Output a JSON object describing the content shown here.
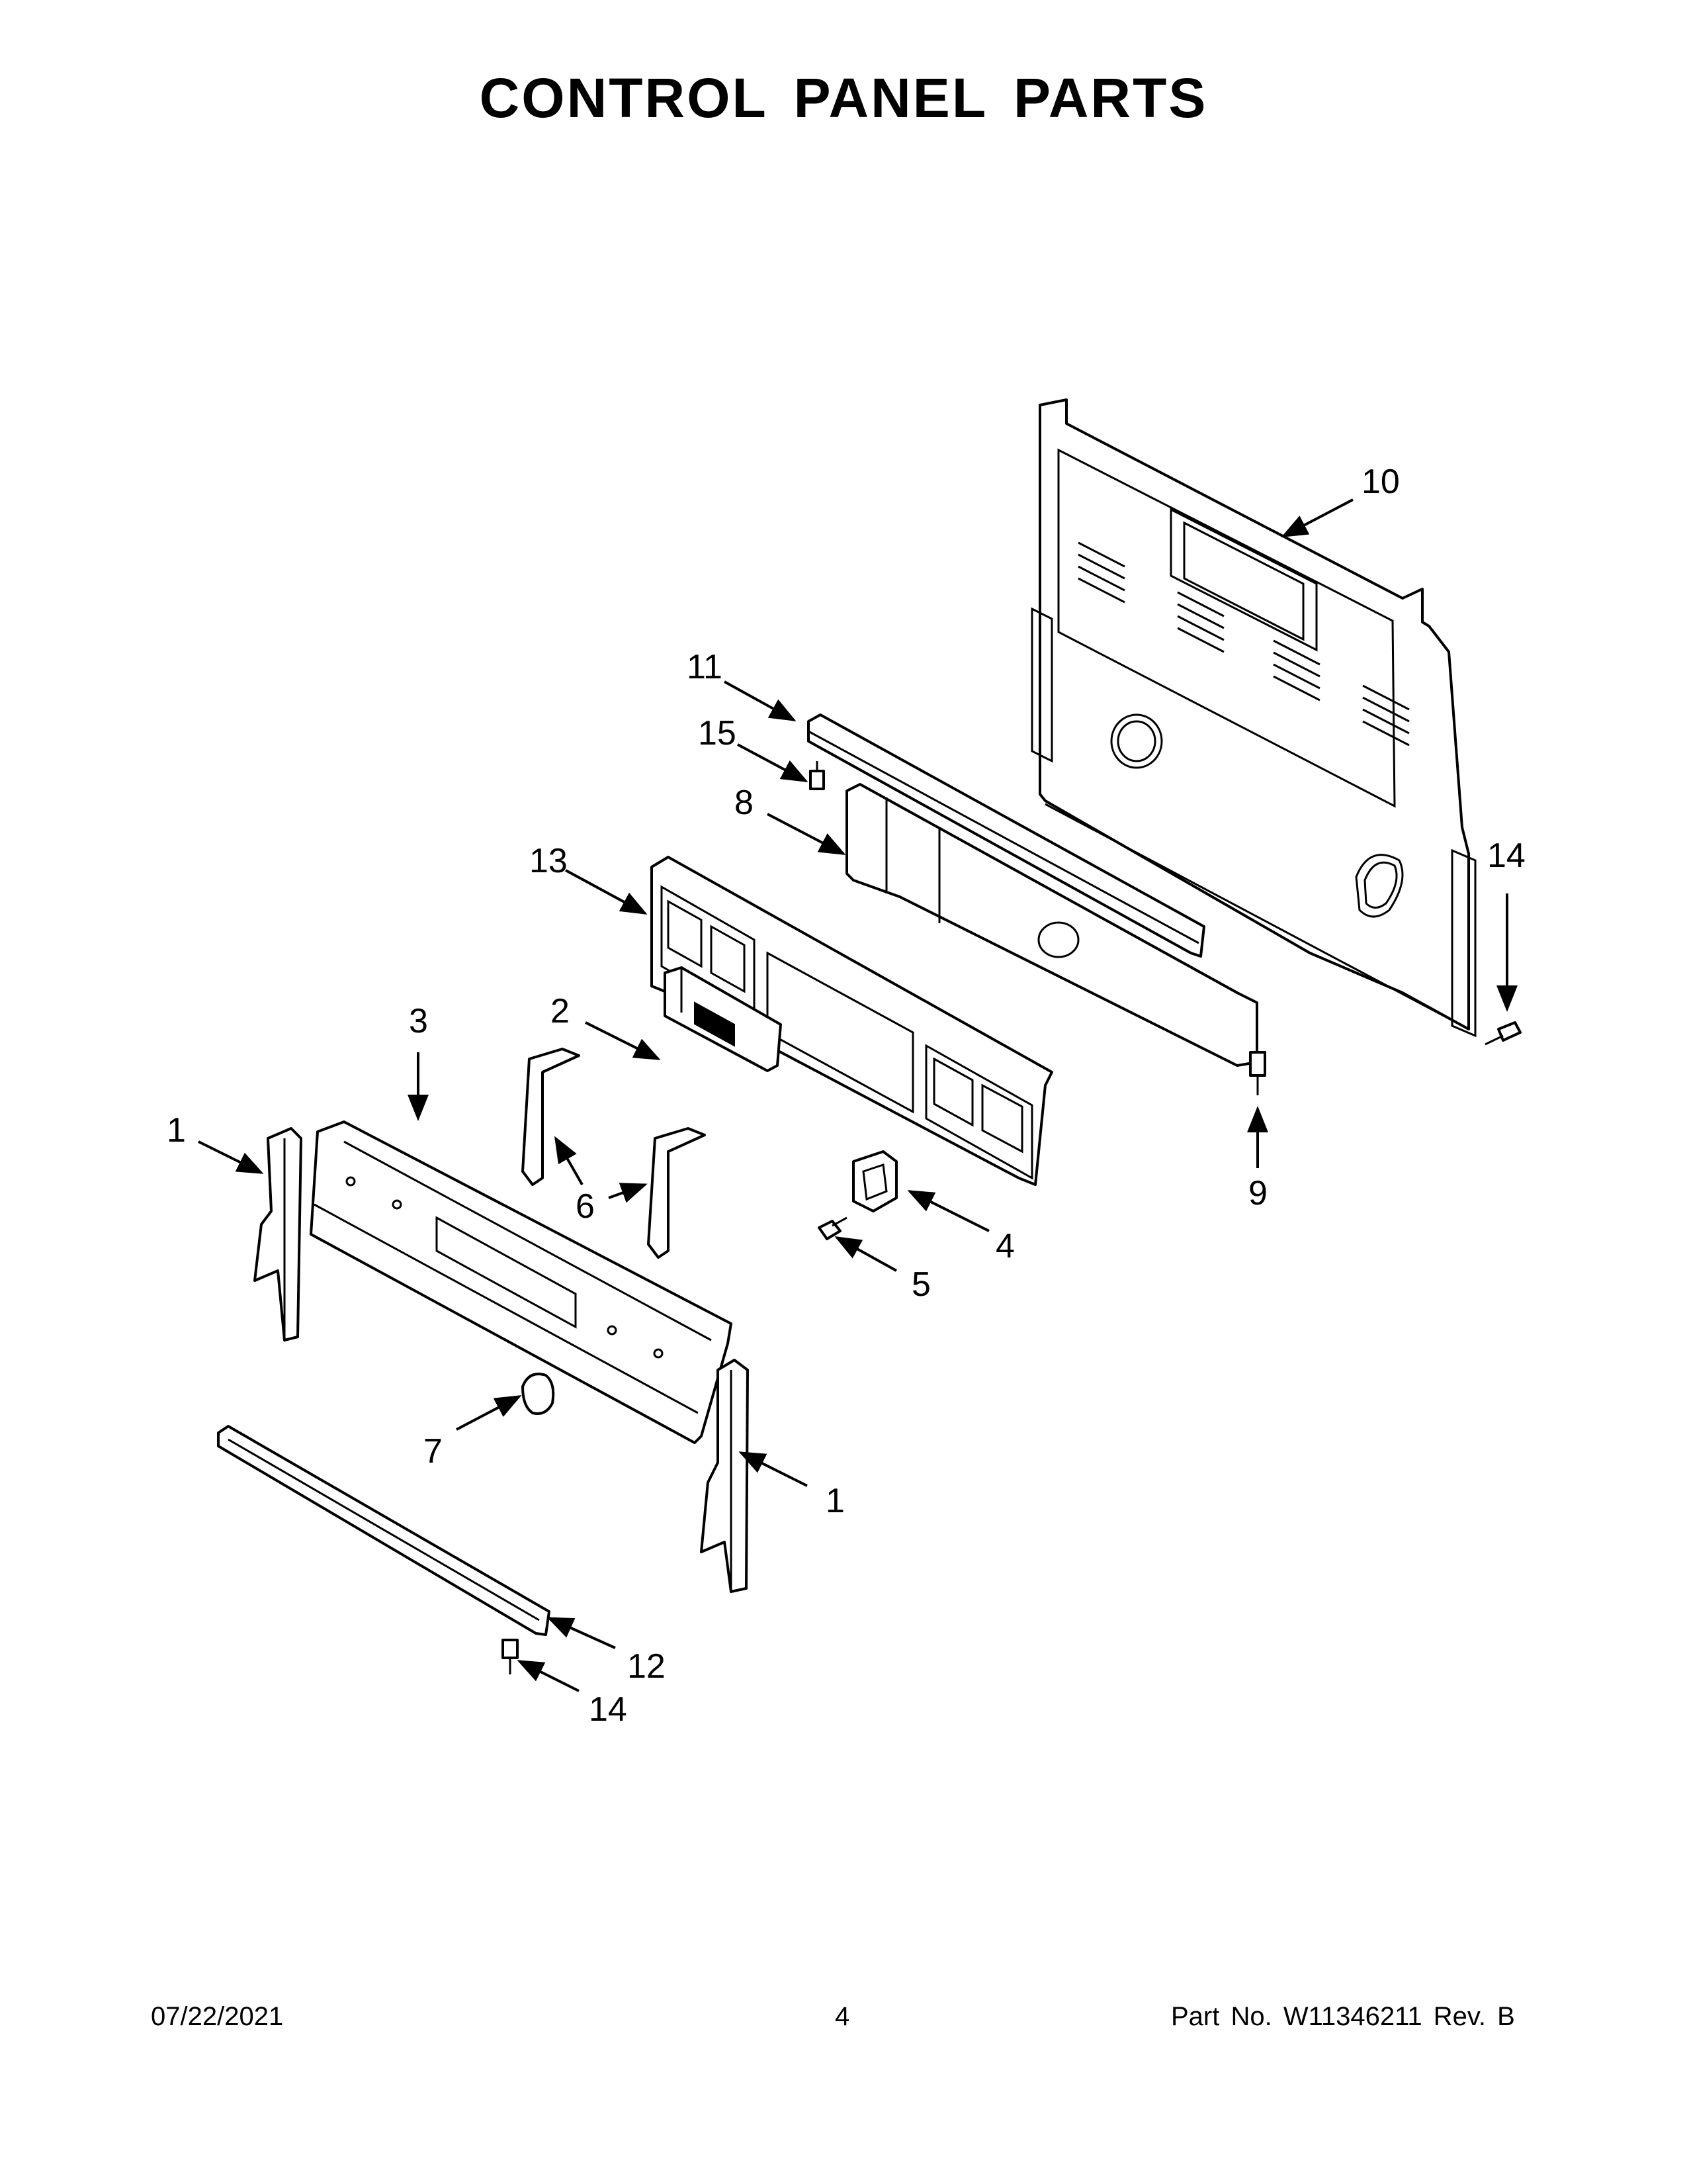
{
  "page": {
    "title": "CONTROL PANEL PARTS"
  },
  "footer": {
    "date": "07/22/2021",
    "page_number": "4",
    "part_number": "Part No.  W11346211  Rev.  B"
  },
  "callouts": [
    {
      "id": "callout-10",
      "label": "10"
    },
    {
      "id": "callout-11",
      "label": "11"
    },
    {
      "id": "callout-15",
      "label": "15"
    },
    {
      "id": "callout-8",
      "label": "8"
    },
    {
      "id": "callout-13",
      "label": "13"
    },
    {
      "id": "callout-14-right",
      "label": "14"
    },
    {
      "id": "callout-2",
      "label": "2"
    },
    {
      "id": "callout-3",
      "label": "3"
    },
    {
      "id": "callout-1-left",
      "label": "1"
    },
    {
      "id": "callout-6",
      "label": "6"
    },
    {
      "id": "callout-9",
      "label": "9"
    },
    {
      "id": "callout-4",
      "label": "4"
    },
    {
      "id": "callout-5",
      "label": "5"
    },
    {
      "id": "callout-7",
      "label": "7"
    },
    {
      "id": "callout-1-right",
      "label": "1"
    },
    {
      "id": "callout-12",
      "label": "12"
    },
    {
      "id": "callout-14-bottom",
      "label": "14"
    }
  ]
}
